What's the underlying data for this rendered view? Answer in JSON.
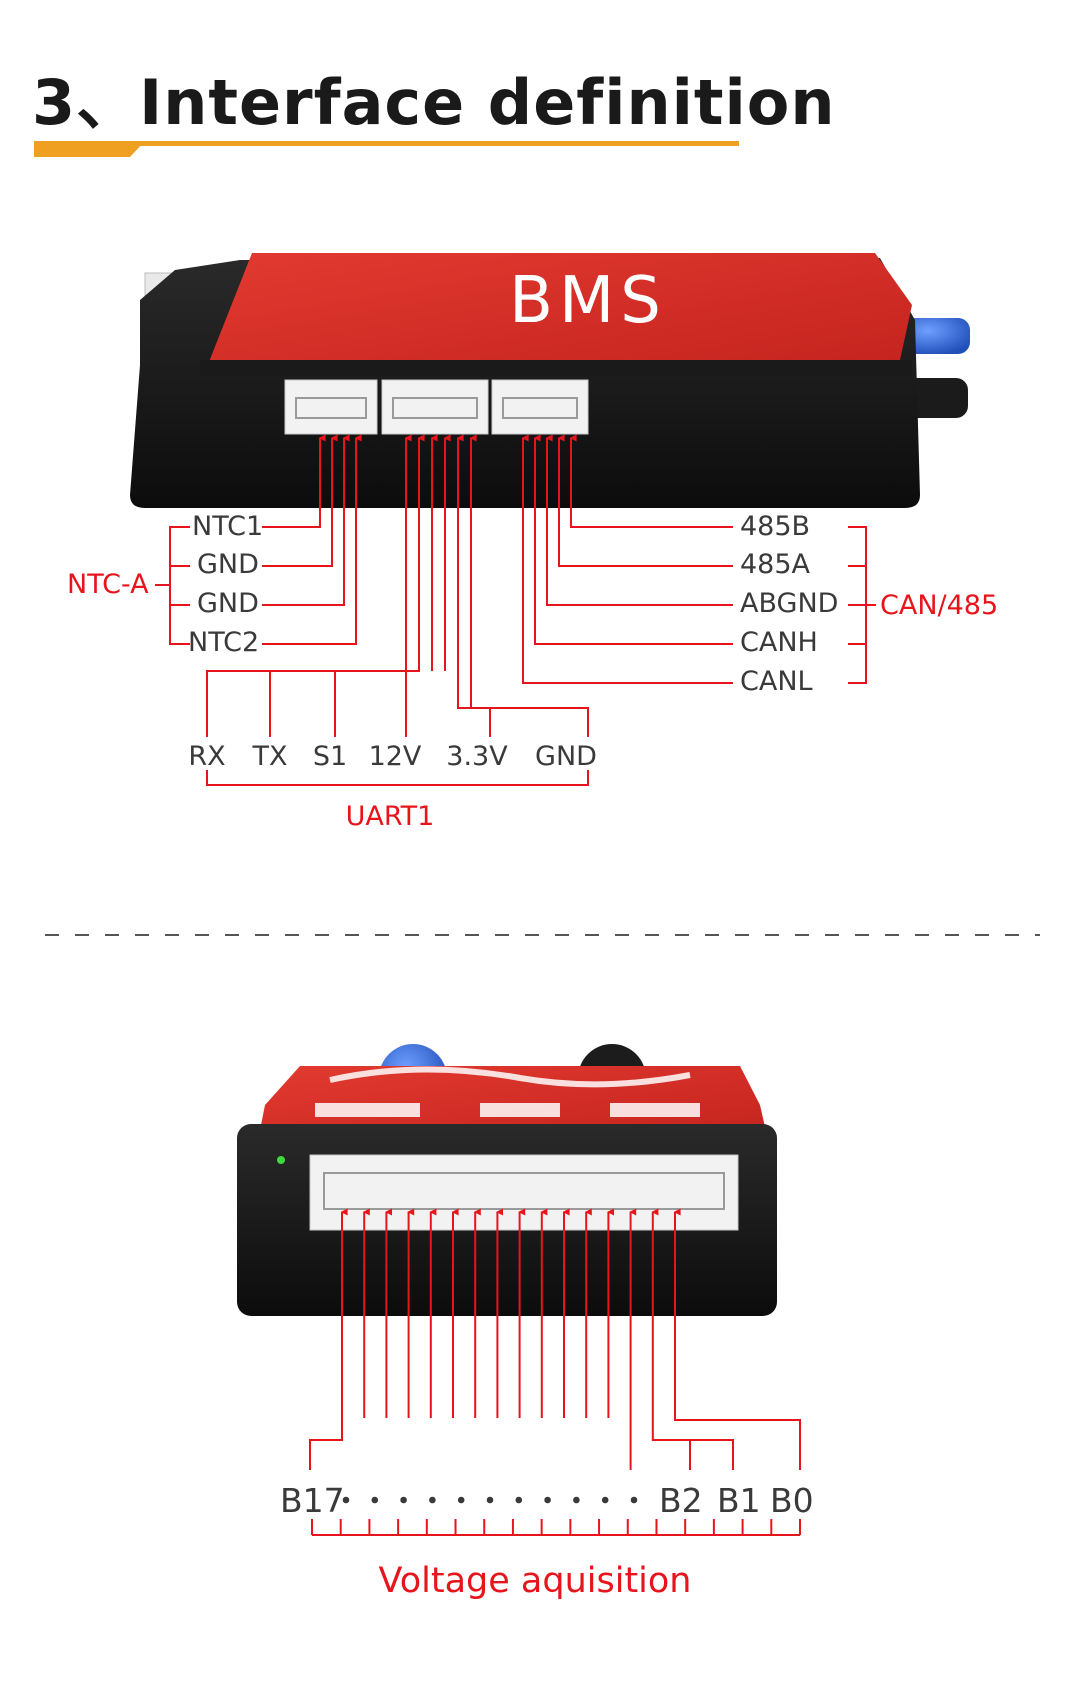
{
  "header": {
    "title": "3、Interface definition",
    "accent_color": "#f0a020"
  },
  "colors": {
    "red": "#e8141c",
    "bms_red": "#d8302a",
    "case_black": "#161616",
    "connector_white": "#f2f2f2",
    "label_dark": "#3a3a3a"
  },
  "top_device": {
    "logo": "BMS",
    "ntc_group": {
      "name": "NTC-A",
      "pins": [
        "NTC1",
        "GND",
        "GND",
        "NTC2"
      ]
    },
    "can_group": {
      "name": "CAN/485",
      "pins": [
        "485B",
        "485A",
        "ABGND",
        "CANH",
        "CANL"
      ]
    },
    "uart_group": {
      "name": "UART1",
      "pins": [
        "RX",
        "TX",
        "S1",
        "12V",
        "3.3V",
        "GND"
      ]
    }
  },
  "bottom_device": {
    "labels": {
      "first": "B17",
      "b2": "B2",
      "b1": "B1",
      "b0": "B0"
    },
    "caption": "Voltage aquisition"
  }
}
